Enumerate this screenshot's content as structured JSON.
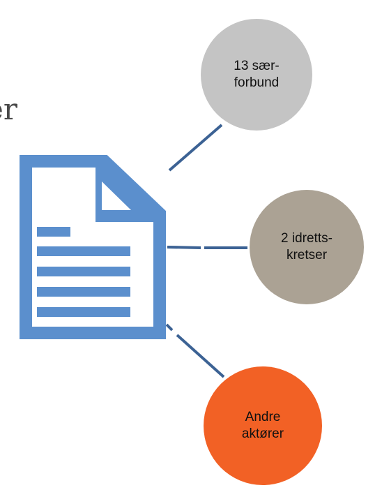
{
  "partial_heading": "er",
  "document_icon": "document-icon",
  "bubbles": [
    {
      "line1": "13 sær-",
      "line2": "forbund",
      "color": "#c4c4c4"
    },
    {
      "line1": "2 idretts-",
      "line2": "kretser",
      "color": "#aba294"
    },
    {
      "line1": "Andre",
      "line2": "aktører",
      "color": "#f26125"
    }
  ],
  "colors": {
    "icon": "#5b8fcd",
    "connector": "#3c6294"
  }
}
